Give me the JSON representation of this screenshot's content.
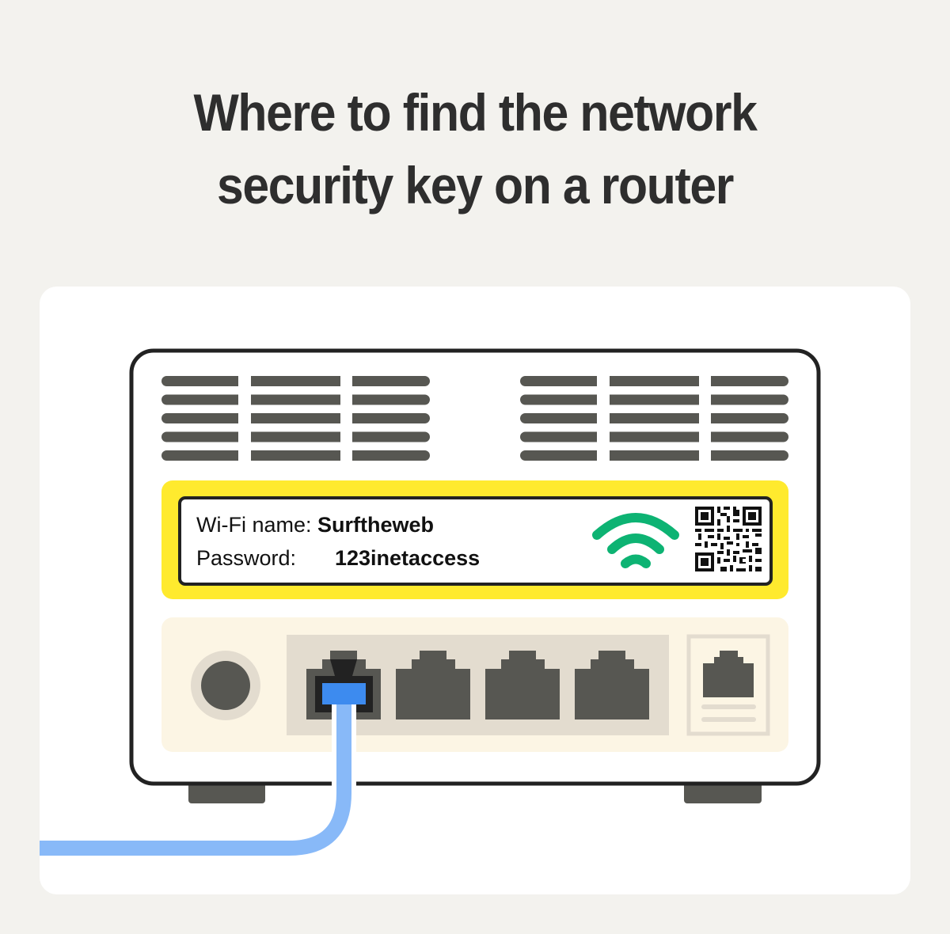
{
  "title": {
    "line1": "Where to find the network",
    "line2": "security key on a router"
  },
  "router_label": {
    "wifi_name_key": "Wi-Fi name:",
    "wifi_name_value": "Surftheweb",
    "password_key": "Password:",
    "password_value": "123inetaccess",
    "icons": [
      "wifi-icon",
      "qr-code-icon"
    ]
  },
  "router": {
    "vents": {
      "groups": 2,
      "columns_per_group": 3,
      "rows": 5
    },
    "ports": {
      "power_jack": 1,
      "ethernet_ports": 4,
      "connected_port_index": 0,
      "phone_jack": 1
    },
    "cable": "ethernet-cable"
  },
  "colors": {
    "background": "#f3f2ee",
    "card": "#ffffff",
    "title": "#2e2e2e",
    "router_outline": "#222222",
    "vent": "#575752",
    "label_highlight": "#ffea2e",
    "port_panel": "#fcf5e4",
    "port_strip": "#e3dccf",
    "port": "#575752",
    "wifi": "#0db373",
    "cable": "#88b9f8",
    "plug": "#3d8bef"
  }
}
